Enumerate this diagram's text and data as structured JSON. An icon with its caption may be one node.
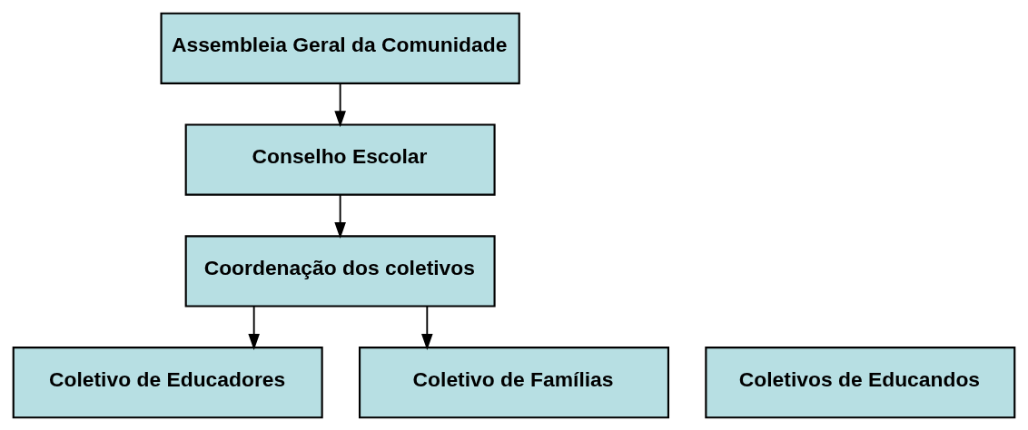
{
  "diagram": {
    "nodes": [
      {
        "text": [
          "Assembleia Geral da Comunidade"
        ]
      },
      {
        "text": [
          "Conselho Escolar"
        ]
      },
      {
        "text": [
          "Coordenação dos coletivos"
        ]
      },
      {
        "text": [
          "Coletivo de Educadores"
        ]
      },
      {
        "text": [
          "Coletivos de Educandos"
        ]
      },
      {
        "text": [
          "Coletivo de Famílias"
        ]
      }
    ],
    "edges": [
      {
        "from": 0,
        "to": 1,
        "arrow": "to"
      },
      {
        "from": 1,
        "to": 2,
        "arrow": "to"
      },
      {
        "from": 2,
        "to": 3,
        "arrow": "to"
      },
      {
        "from": 2,
        "to": 5,
        "arrow": "to"
      }
    ]
  }
}
